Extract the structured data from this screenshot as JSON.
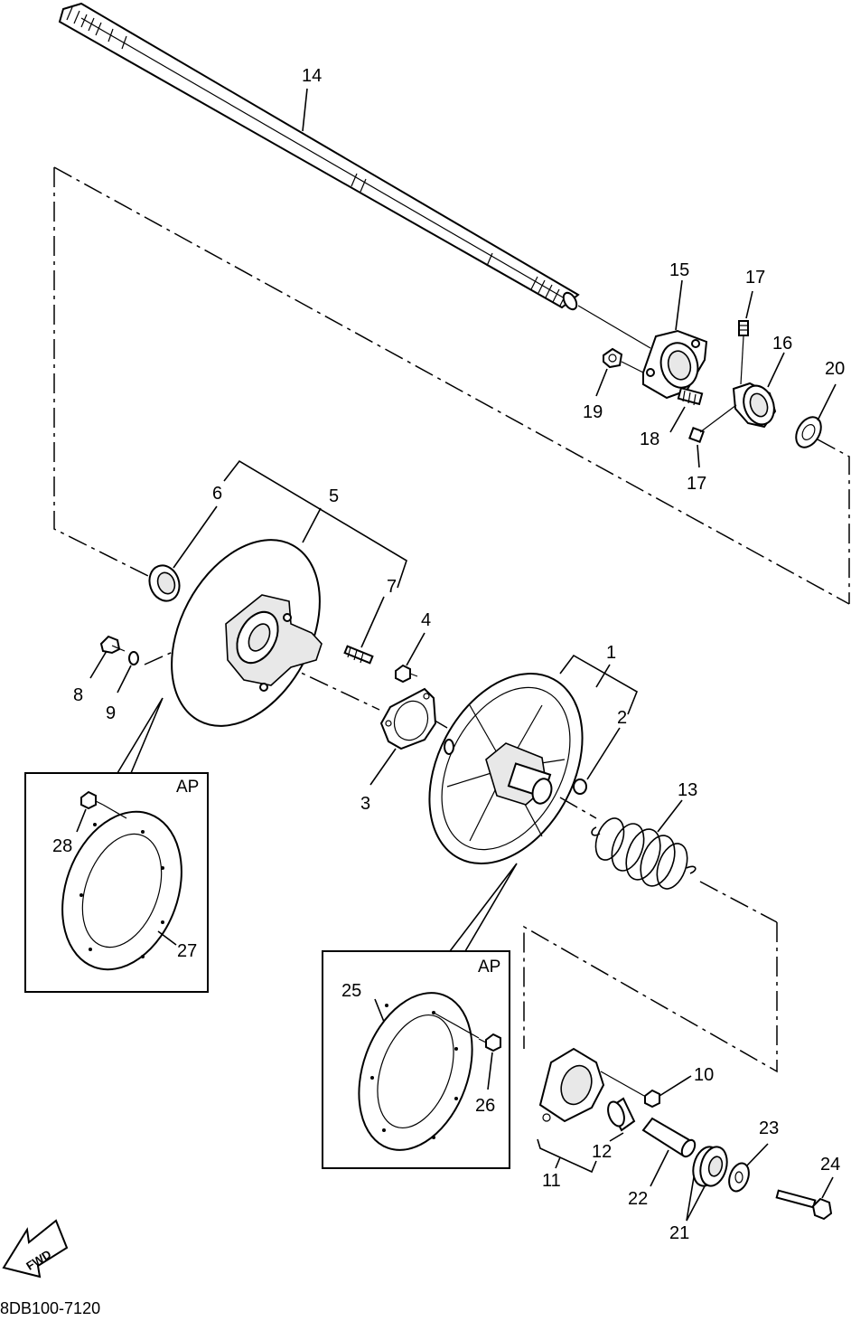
{
  "diagram_code": "8DB100-7120",
  "fwd_label": "FWD",
  "ap_labels": [
    "AP",
    "AP"
  ],
  "callouts": {
    "c1": "1",
    "c2": "2",
    "c3": "3",
    "c4": "4",
    "c5": "5",
    "c6": "6",
    "c7": "7",
    "c8": "8",
    "c9": "9",
    "c10": "10",
    "c11": "11",
    "c12": "12",
    "c13": "13",
    "c14": "14",
    "c15": "15",
    "c16": "16",
    "c17a": "17",
    "c17b": "17",
    "c18": "18",
    "c19": "19",
    "c20": "20",
    "c21": "21",
    "c22": "22",
    "c23": "23",
    "c24": "24",
    "c25": "25",
    "c26": "26",
    "c27": "27",
    "c28": "28"
  }
}
